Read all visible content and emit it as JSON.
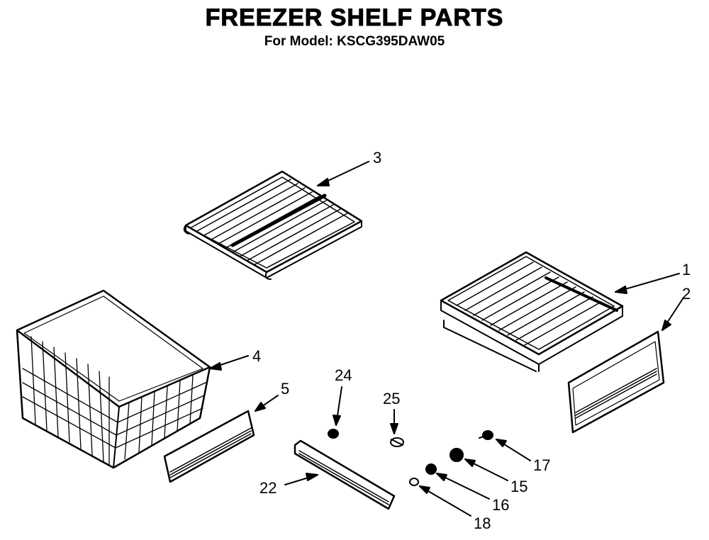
{
  "header": {
    "title": "FREEZER SHELF PARTS",
    "subtitle": "For Model: KSCG395DAW05"
  },
  "callouts": {
    "p1": "1",
    "p2": "2",
    "p3": "3",
    "p4": "4",
    "p5": "5",
    "p15": "15",
    "p16": "16",
    "p17": "17",
    "p18": "18",
    "p22": "22",
    "p24": "24",
    "p25": "25"
  },
  "colors": {
    "ink": "#000000",
    "paper": "#ffffff"
  }
}
